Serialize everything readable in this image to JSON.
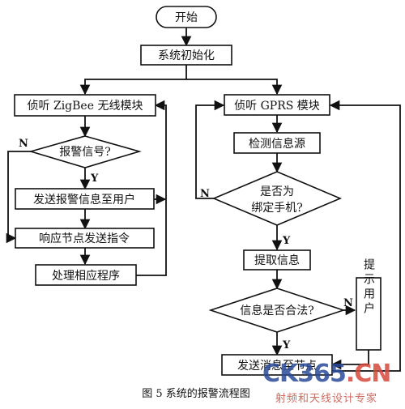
{
  "nodes": {
    "start": "开始",
    "init": "系统初始化",
    "zigbee_listen": "侦听 ZigBee 无线模块",
    "alarm_decision": "报警信号?",
    "send_alarm": "发送报警信息至用户",
    "respond_node": "响应节点发送指令",
    "process": "处理相应程序",
    "gprs_listen": "侦听 GPRS 模块",
    "detect_source": "检测信息源",
    "bound_phone_line1": "是否为",
    "bound_phone_line2": "绑定手机?",
    "extract_info": "提取信息",
    "info_valid": "信息是否合法?",
    "prompt_user": "提示用户",
    "send_to_node": "发送消息至节点"
  },
  "edge_labels": {
    "alarm_no": "N",
    "alarm_yes": "Y",
    "bound_no": "N",
    "bound_yes": "Y",
    "valid_no": "N",
    "valid_yes": "Y"
  },
  "caption": "图 5   系统的报警流程图",
  "watermark": {
    "logo_main": "CK365",
    "logo_suffix": ".CN",
    "slogan": "射频和天线设计专家"
  }
}
